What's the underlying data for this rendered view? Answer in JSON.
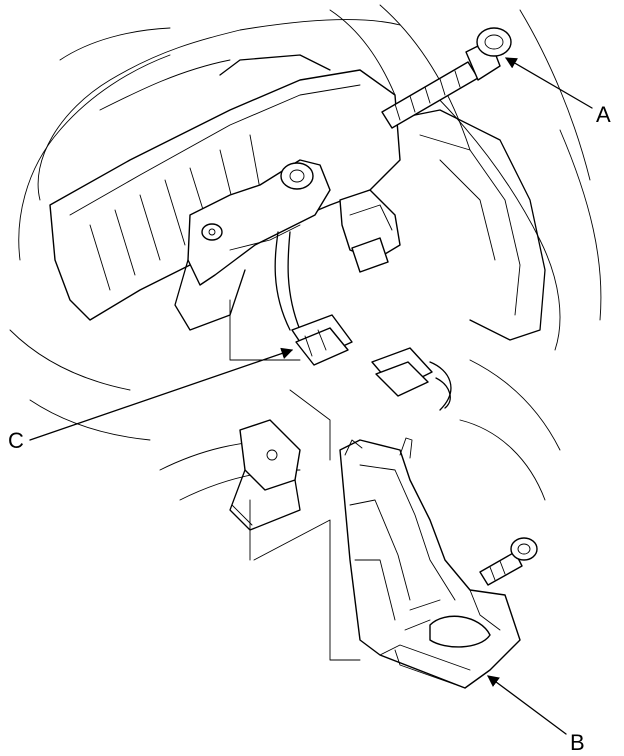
{
  "figure": {
    "callouts": [
      {
        "id": "a",
        "label": "A"
      },
      {
        "id": "b",
        "label": "B"
      },
      {
        "id": "c",
        "label": "C"
      }
    ]
  }
}
